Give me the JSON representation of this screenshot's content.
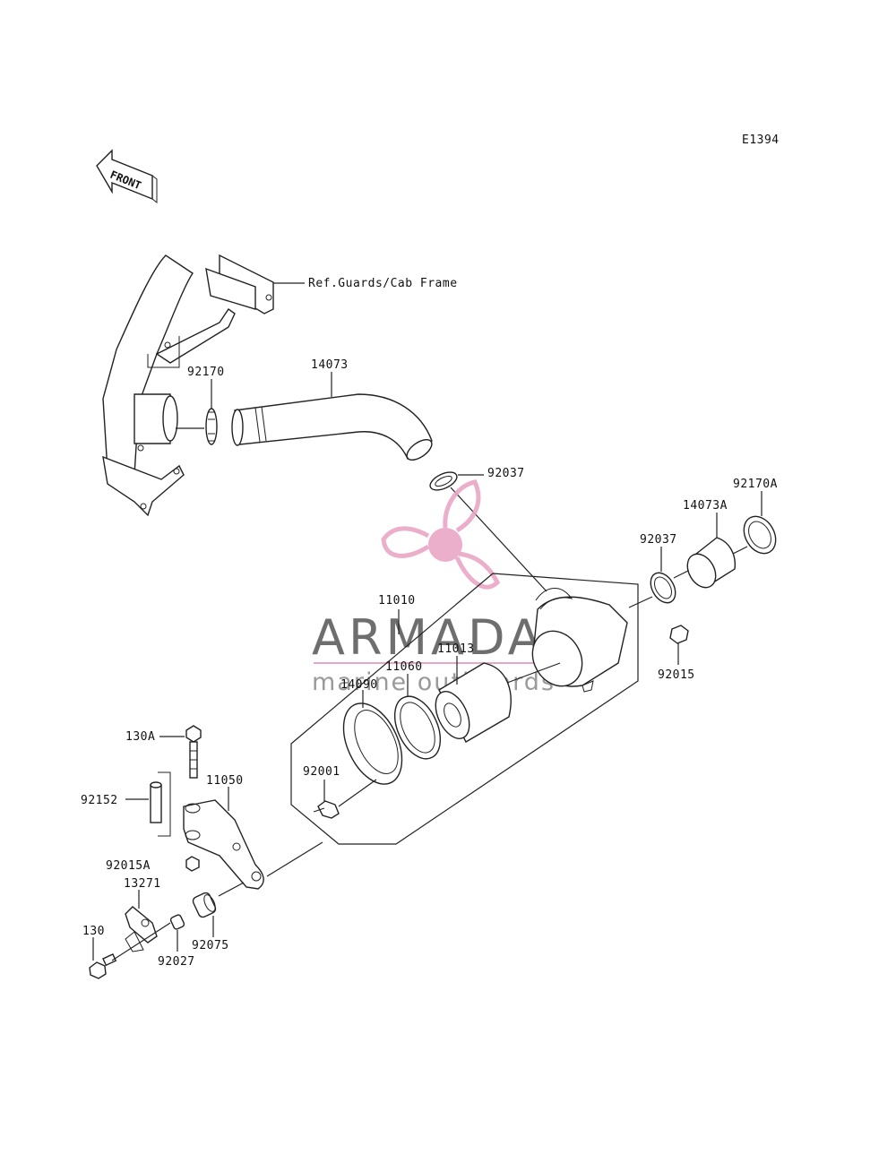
{
  "diagram": {
    "code": "E1394",
    "front_label": "FRONT",
    "ref_label": "Ref.Guards/Cab Frame",
    "parts": {
      "p14073": "14073",
      "p92170": "92170",
      "p92037_top": "92037",
      "p92170A": "92170A",
      "p14073A": "14073A",
      "p92037_mid": "92037",
      "p11010": "11010",
      "p11013": "11013",
      "p11060": "11060",
      "p14090": "14090",
      "p92015": "92015",
      "p92001": "92001",
      "p130A": "130A",
      "p11050": "11050",
      "p92152": "92152",
      "p92015A": "92015A",
      "p13271": "13271",
      "p130": "130",
      "p92027": "92027",
      "p92075": "92075"
    }
  },
  "watermark": {
    "brand": "ARMADA",
    "tagline": "marine outboards",
    "accent_color": "#e9a6c6"
  }
}
